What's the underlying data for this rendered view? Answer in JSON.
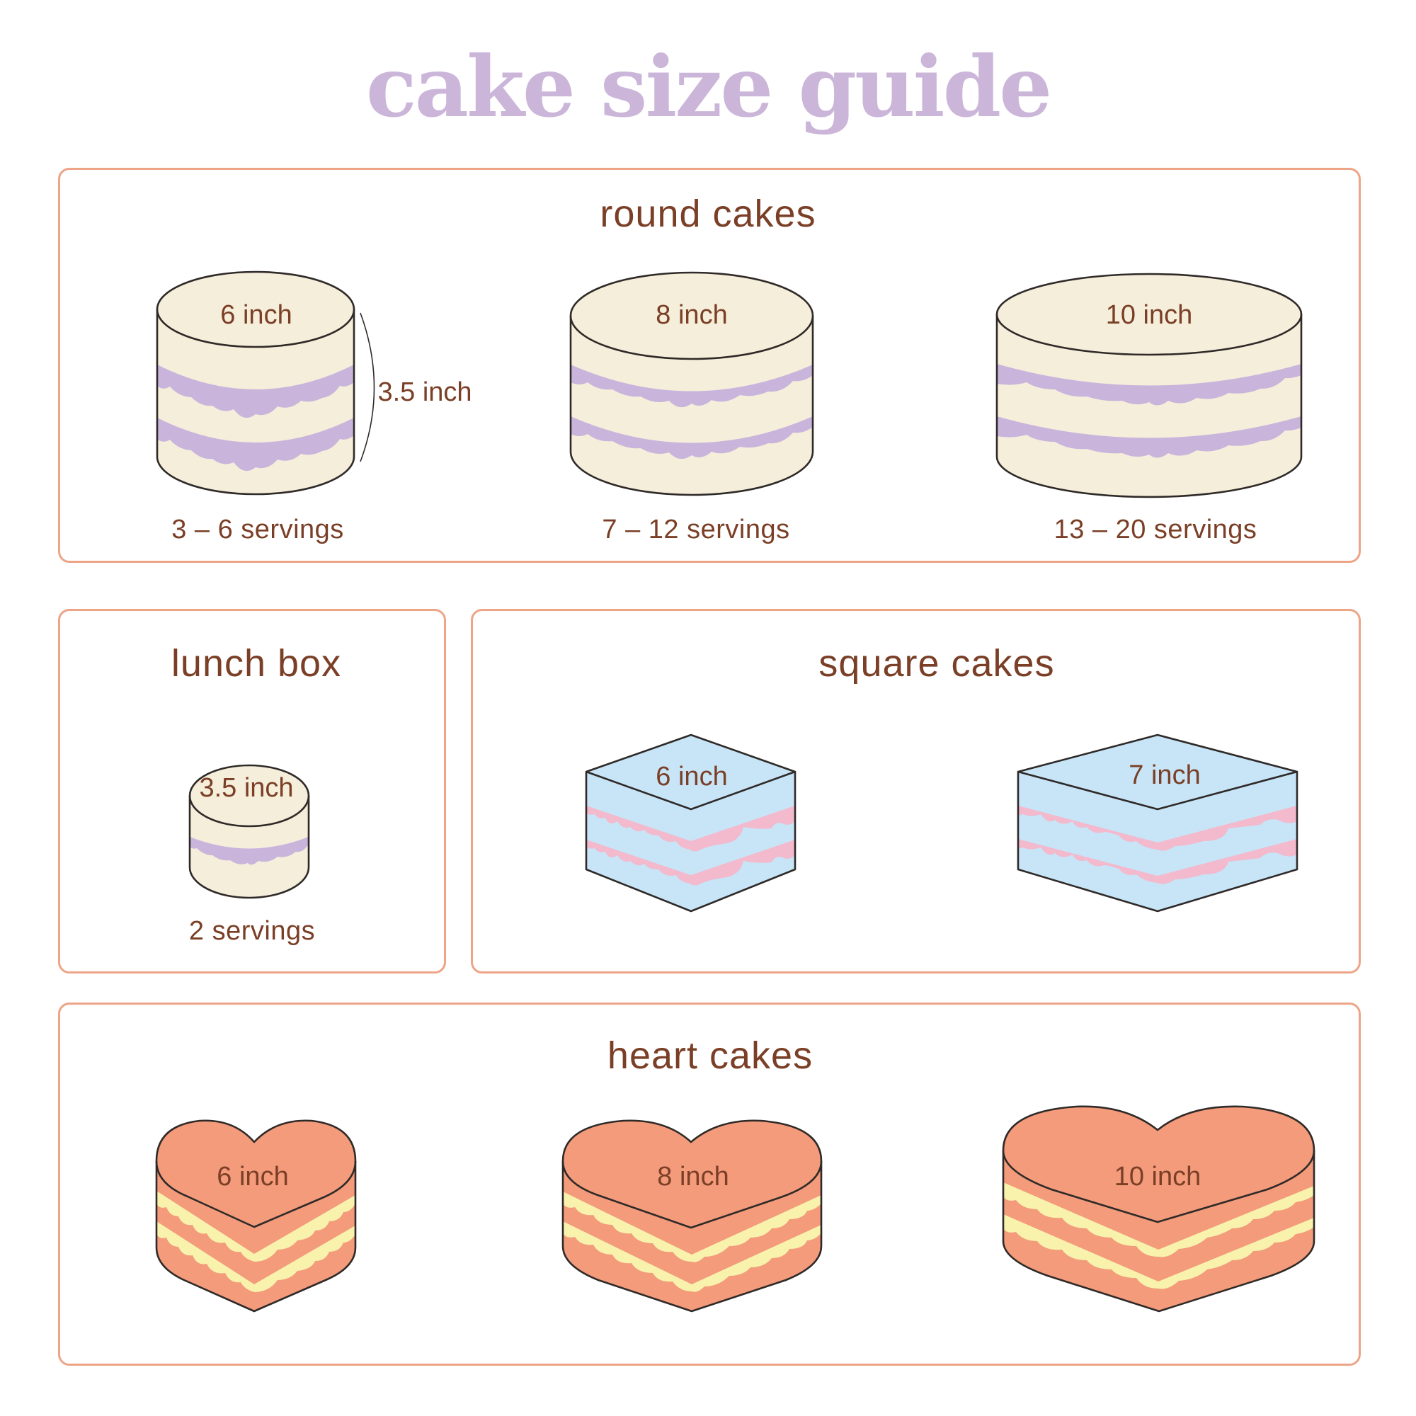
{
  "title": "cake size guide",
  "colors": {
    "title": "#cbb6da",
    "text": "#7a3f26",
    "frame": "#eda487",
    "outline": "#2f2a28",
    "round_cake": "#f5eedb",
    "round_filling": "#c9b4dc",
    "square_cake": "#c7e5f7",
    "square_filling": "#f3b9cc",
    "heart_cake": "#f39b7b",
    "heart_filling": "#f8f2ad"
  },
  "sections": {
    "round": {
      "title": "round cakes",
      "height_label": "3.5 inch",
      "cakes": [
        {
          "size": "6 inch",
          "servings": "3 – 6 servings"
        },
        {
          "size": "8 inch",
          "servings": "7 – 12 servings"
        },
        {
          "size": "10 inch",
          "servings": "13 – 20 servings"
        }
      ]
    },
    "lunch_box": {
      "title": "lunch box",
      "cakes": [
        {
          "size": "3.5 inch",
          "servings": "2 servings"
        }
      ]
    },
    "square": {
      "title": "square cakes",
      "cakes": [
        {
          "size": "6 inch"
        },
        {
          "size": "7 inch"
        }
      ]
    },
    "heart": {
      "title": "heart cakes",
      "cakes": [
        {
          "size": "6 inch"
        },
        {
          "size": "8 inch"
        },
        {
          "size": "10 inch"
        }
      ]
    }
  }
}
